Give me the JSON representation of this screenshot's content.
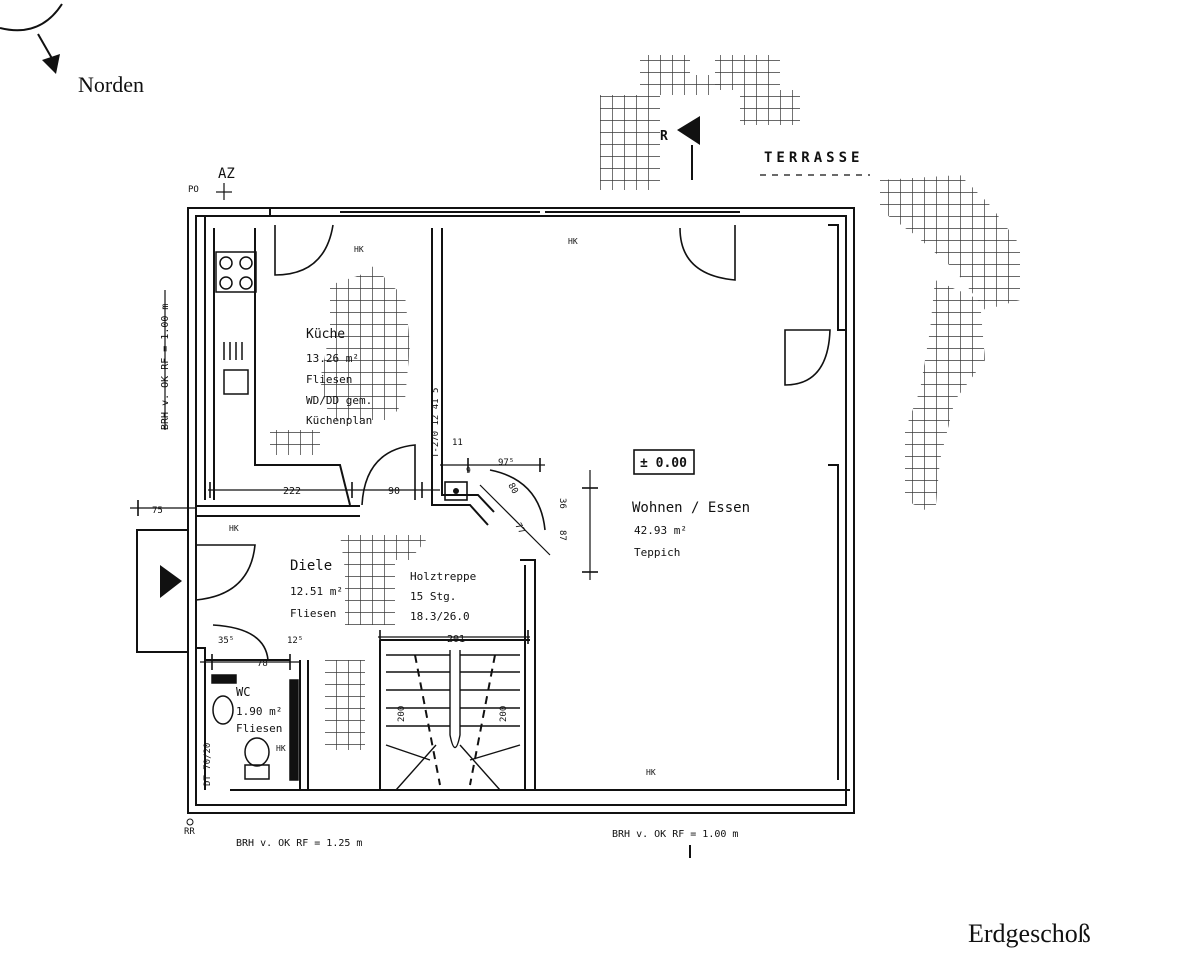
{
  "compass": {
    "label": "Norden"
  },
  "floor_title": "Erdgeschoß",
  "markers": {
    "az": "AZ",
    "po": "PO",
    "rr": "RR",
    "hk": "HK",
    "r": "R"
  },
  "terrace": {
    "label": "TERRASSE"
  },
  "level": {
    "label": "± 0.00"
  },
  "parapet_notes": {
    "left_vertical": "BRH v. OK RF = 1.00 m",
    "bottom_left": "BRH v. OK RF = 1.25 m",
    "bottom_right": "BRH v. OK RF = 1.00 m"
  },
  "rooms": {
    "kueche": {
      "name": "Küche",
      "area": "13.26 m²",
      "floor": "Fliesen",
      "note1": "WD/DD gem.",
      "note2": "Küchenplan"
    },
    "wohnen": {
      "name": "Wohnen / Essen",
      "area": "42.93 m²",
      "floor": "Teppich"
    },
    "diele": {
      "name": "Diele",
      "area": "12.51 m²",
      "floor": "Fliesen"
    },
    "treppe": {
      "name": "Holztreppe",
      "steps": "15 Stg.",
      "ratio": "18.3/26.0"
    },
    "wc": {
      "name": "WC",
      "area": "1.90 m²",
      "floor": "Fliesen"
    }
  },
  "dimensions": {
    "d222": "222",
    "d90": "90",
    "d75": "75",
    "d201": "201",
    "d78": "78",
    "d35": "35⁵",
    "d12": "12⁵",
    "d200a": "200",
    "d200b": "200",
    "d11": "11",
    "d975": "97⁵",
    "d80": "80",
    "d77": "77",
    "d36": "36",
    "d87": "87",
    "d9": "9",
    "door_wall": "T-270 12 41 5",
    "wc_door": "DT 70/20"
  }
}
